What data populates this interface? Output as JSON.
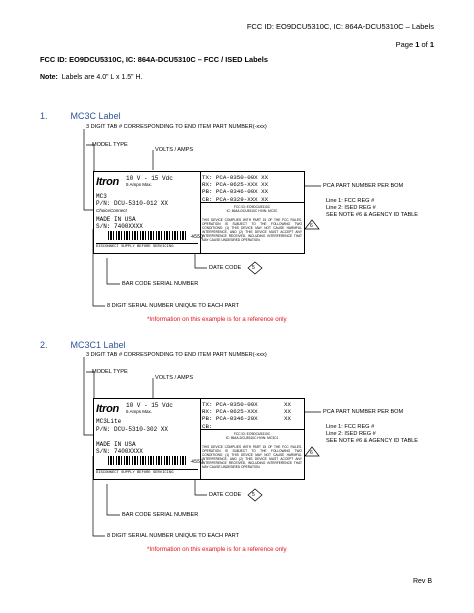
{
  "header": {
    "line1": "FCC ID: EO9DCU5310C, IC: 864A-DCU5310C – Labels",
    "page_prefix": "Page ",
    "page_num": "1",
    "page_of": " of ",
    "page_total": "1"
  },
  "title": "FCC ID: EO9DCU5310C, IC: 864A-DCU5310C – FCC / ISED Labels",
  "note_label": "Note:",
  "note_text": "Labels are 4.0” L x 1.5” H.",
  "sections": [
    {
      "number": "1.",
      "heading": "MC3C Label",
      "callouts": {
        "tab": "3 DIGIT TAB # CORRESPONDING TO END ITEM PART NUMBER(-xxx)",
        "model_type": "MODEL TYPE",
        "volts": "VOLTS / AMPS",
        "pca": "PCA PART NUMBER PER BOM",
        "line1": "Line 1:  FCC REG #",
        "line2": "Line 2:  ISED REG #",
        "see_note": "SEE NOTE #6 & AGENCY ID TABLE",
        "date_code": "DATE CODE",
        "date_badge": "5",
        "fcc_badge": "6",
        "bar_code": "BAR CODE SERIAL NUMBER",
        "serial": "8 DIGIT SERIAL NUMBER UNIQUE TO EACH PART",
        "info": "*Information on this example is for a reference only"
      },
      "label": {
        "brand": "Itron",
        "volts": "10 V - 15 Vdc",
        "amps": "5 Amps Max.",
        "model": "MC3",
        "pn": "P/N:  DCU-5310-012 XX",
        "brand_tag": "ChoiceConnect",
        "made": "MADE IN USA",
        "sn": "S/N:  7400XXXX",
        "code": "455Q",
        "disconnect": "DISCONNECT SUPPLY BEFORE SERVICING",
        "tx": "TX: PCA-0350-00X  XX",
        "rx": "RX: PCA-0625-XXX  XX",
        "pb": "PB: PCA-0346-00X  XX",
        "cb": "CB: PCA-0329-XXX  XX",
        "fcc_id": "FCC ID: EO9DCU5310C",
        "ic": "IC: 864A-DCU5310C   HVIN: MC3C",
        "compliance": "THIS DEVICE COMPLIES WITH PART 15 OF THE FCC RULES. OPERATION IS SUBJECT TO THE FOLLOWING TWO CONDITIONS: (1) THIS DEVICE MAY NOT CAUSE HARMFUL INTERFERENCE, AND (2) THIS DEVICE MUST ACCEPT ANY INTERFERENCE RECEIVED, INCLUDING INTERFERENCE THAT MAY CAUSE UNDESIRED OPERATION."
      }
    },
    {
      "number": "2.",
      "heading": "MC3C1 Label",
      "callouts": {
        "tab": "3 DIGIT TAB # CORRESPONDING TO END ITEM PART NUMBER(-xxx)",
        "model_type": "MODEL TYPE",
        "volts": "VOLTS / AMPS",
        "pca": "PCA PART NUMBER PER BOM",
        "line1": "Line 1:  FCC REG #",
        "line2": "Line 2:  ISED REG #",
        "see_note": "SEE NOTE #6 & AGENCY ID TABLE",
        "date_code": "DATE CODE",
        "date_badge": "5",
        "fcc_badge": "6",
        "bar_code": "BAR CODE SERIAL NUMBER",
        "serial": "8 DIGIT SERIAL NUMBER UNIQUE TO EACH PART",
        "info": "*Information on this example is for a reference only"
      },
      "label": {
        "brand": "Itron",
        "volts": "10 V - 15 Vdc",
        "amps": "5 Amps Max.",
        "model": "MC3Lite",
        "pn": "P/N:  DCU-5310-302 XX",
        "made": "MADE IN USA",
        "sn": "S/N:  7400XXXX",
        "code": "455Q",
        "disconnect": "DISCONNECT SUPPLY BEFORE SERVICING",
        "tx": "TX: PCA-0350-00X",
        "rx": "RX: PCA-0625-XXX",
        "pb": "PB: PCA-0346-20X",
        "cb": "CB:",
        "tx_r": "XX",
        "rx_r": "XX",
        "pb_r": "XX",
        "fcc_id": "FCC ID: EO9DCU5310C",
        "ic": "IC: 864A-DCU5310C   HVIN: MC3C1",
        "compliance": "THIS DEVICE COMPLIES WITH PART 15 OF THE FCC RULES. OPERATION IS SUBJECT TO THE FOLLOWING TWO CONDITIONS: (1) THIS DEVICE MAY NOT CAUSE HARMFUL INTERFERENCE, AND (2) THIS DEVICE MUST ACCEPT ANY INTERFERENCE RECEIVED, INCLUDING INTERFERENCE THAT MAY CAUSE UNDESIRED OPERATION."
      }
    }
  ],
  "footer": "Rev B"
}
